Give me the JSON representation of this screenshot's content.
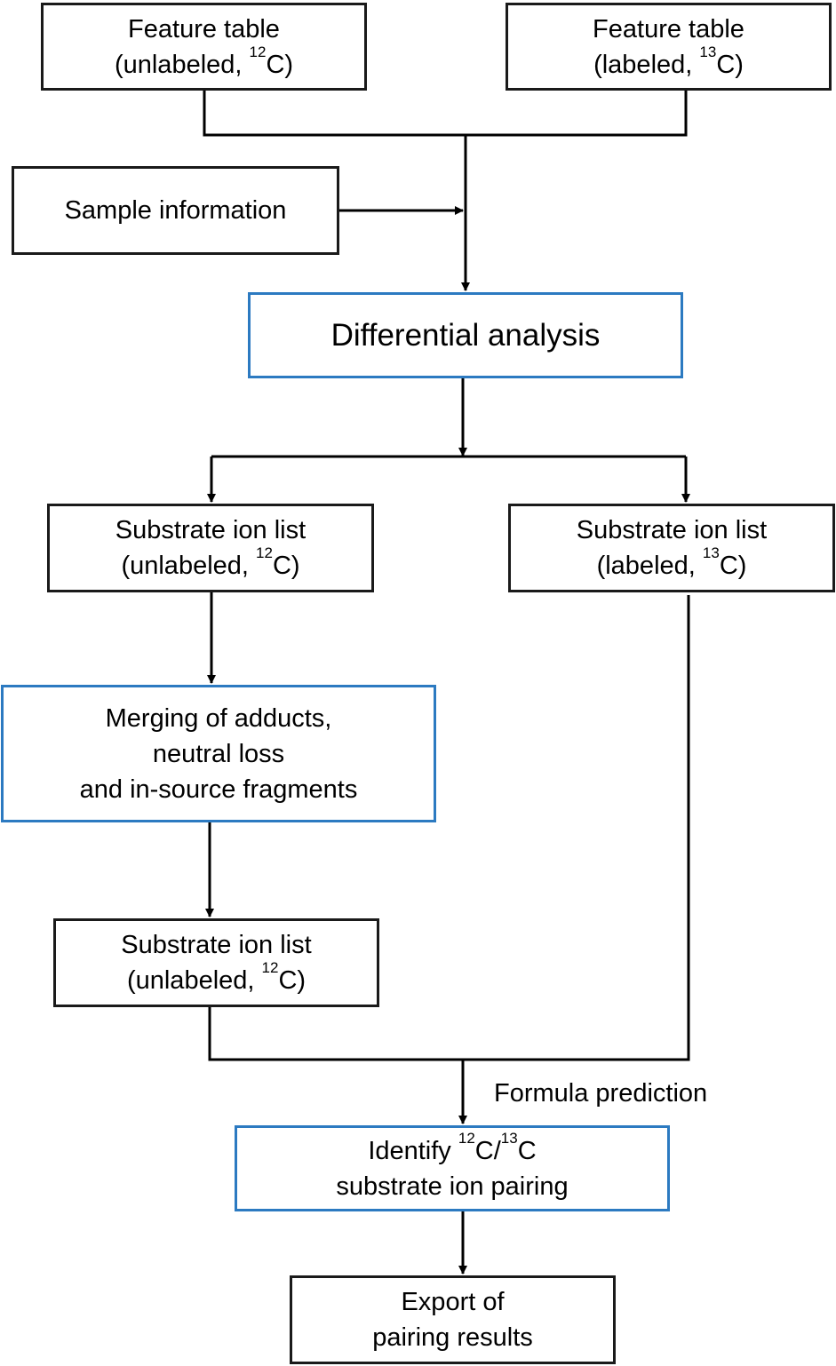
{
  "nodes": {
    "feature_table_unlabeled": {
      "line1": "Feature table",
      "line2_pre": "(unlabeled, ",
      "line2_sup": "12",
      "line2_post": "C)"
    },
    "feature_table_labeled": {
      "line1": "Feature table",
      "line2_pre": "(labeled, ",
      "line2_sup": "13",
      "line2_post": "C)"
    },
    "sample_information": {
      "line1": "Sample information"
    },
    "differential_analysis": {
      "line1": "Differential analysis"
    },
    "substrate_ion_list_unlabeled": {
      "line1": "Substrate ion list",
      "line2_pre": "(unlabeled, ",
      "line2_sup": "12",
      "line2_post": "C)"
    },
    "substrate_ion_list_labeled": {
      "line1": "Substrate ion list",
      "line2_pre": "(labeled, ",
      "line2_sup": "13",
      "line2_post": "C)"
    },
    "merging": {
      "line1": "Merging of adducts,",
      "line2": "neutral loss",
      "line3": "and in-source fragments"
    },
    "substrate_ion_list_merged": {
      "line1": "Substrate ion list",
      "line2_pre": "(unlabeled, ",
      "line2_sup": "12",
      "line2_post": "C)"
    },
    "identify_pairing": {
      "line1_pre": "Identify ",
      "line1_sup1": "12",
      "line1_mid": "C/",
      "line1_sup2": "13",
      "line1_post": "C",
      "line2": "substrate ion pairing"
    },
    "export": {
      "line1": "Export of",
      "line2": "pairing results"
    }
  },
  "edge_labels": {
    "formula_prediction": "Formula prediction"
  },
  "colors": {
    "data_box_border": "#1a1a1a",
    "process_box_border": "#2c7ac1",
    "connector": "#000000"
  }
}
